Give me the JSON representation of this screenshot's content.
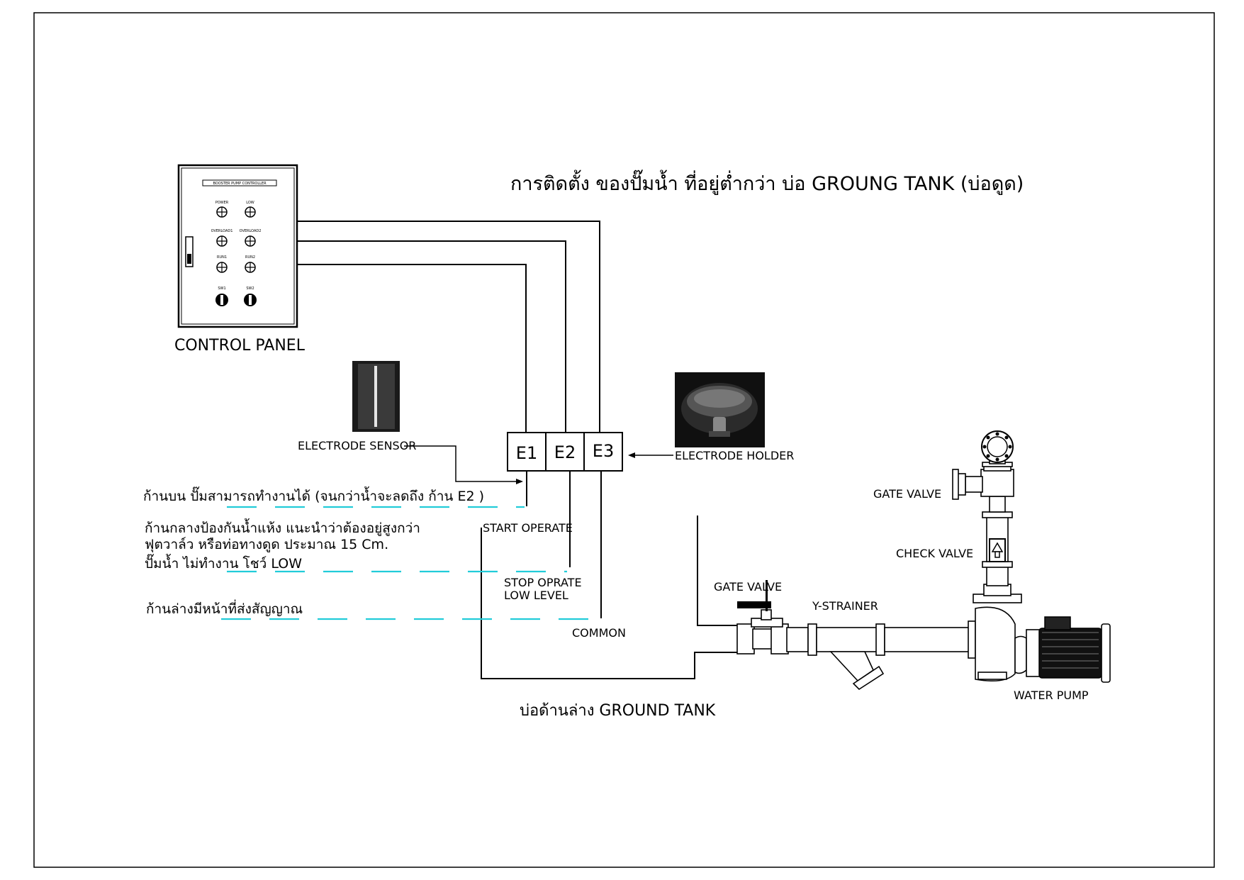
{
  "title": "การติดตั้ง ของปั๊มน้ำ ที่อยู่ต่ำกว่า บ่อ GROUNG TANK (บ่อดูด)",
  "control_panel": {
    "label": "CONTROL PANEL",
    "header": "BOOSTER PUMP CONTROLLER",
    "indicators": [
      "POWER",
      "LOW",
      "OVERLOAD1",
      "OVERLOAD2",
      "RUN1",
      "RUN2"
    ],
    "switches": [
      "SW1",
      "SW2"
    ]
  },
  "electrodes": {
    "e1": "E1",
    "e2": "E2",
    "e3": "E3",
    "sensor_label": "ELECTRODE SENSOR",
    "holder_label": "ELECTRODE HOLDER",
    "start_label": "START OPERATE",
    "stop_label_1": "STOP OPRATE",
    "stop_label_2": "LOW LEVEL",
    "common_label": "COMMON"
  },
  "notes": {
    "upper": "ก้านบน ปั๊มสามารถทำงานได้ (จนกว่าน้ำจะลดถึง ก้าน E2 )",
    "middle_1": "ก้านกลางป้องกันน้ำแห้ง แนะนำว่าต้องอยู่สูงกว่า",
    "middle_2": "ฟุตวาล์ว หรือท่อทางดูด ประมาณ 15 Cm.",
    "middle_3": "ปั๊มน้ำ ไม่ทำงาน โชว์ LOW",
    "lower": "ก้านล่างมีหน้าที่ส่งสัญญาณ"
  },
  "tank_label": "บ่อด้านล่าง GROUND TANK",
  "components": {
    "gate_valve_suction": "GATE VALVE",
    "y_strainer": "Y-STRAINER",
    "gate_valve_discharge": "GATE VALVE",
    "check_valve": "CHECK VALVE",
    "water_pump": "WATER PUMP"
  },
  "colors": {
    "level_line": "#22ccd9",
    "line": "#000000"
  }
}
